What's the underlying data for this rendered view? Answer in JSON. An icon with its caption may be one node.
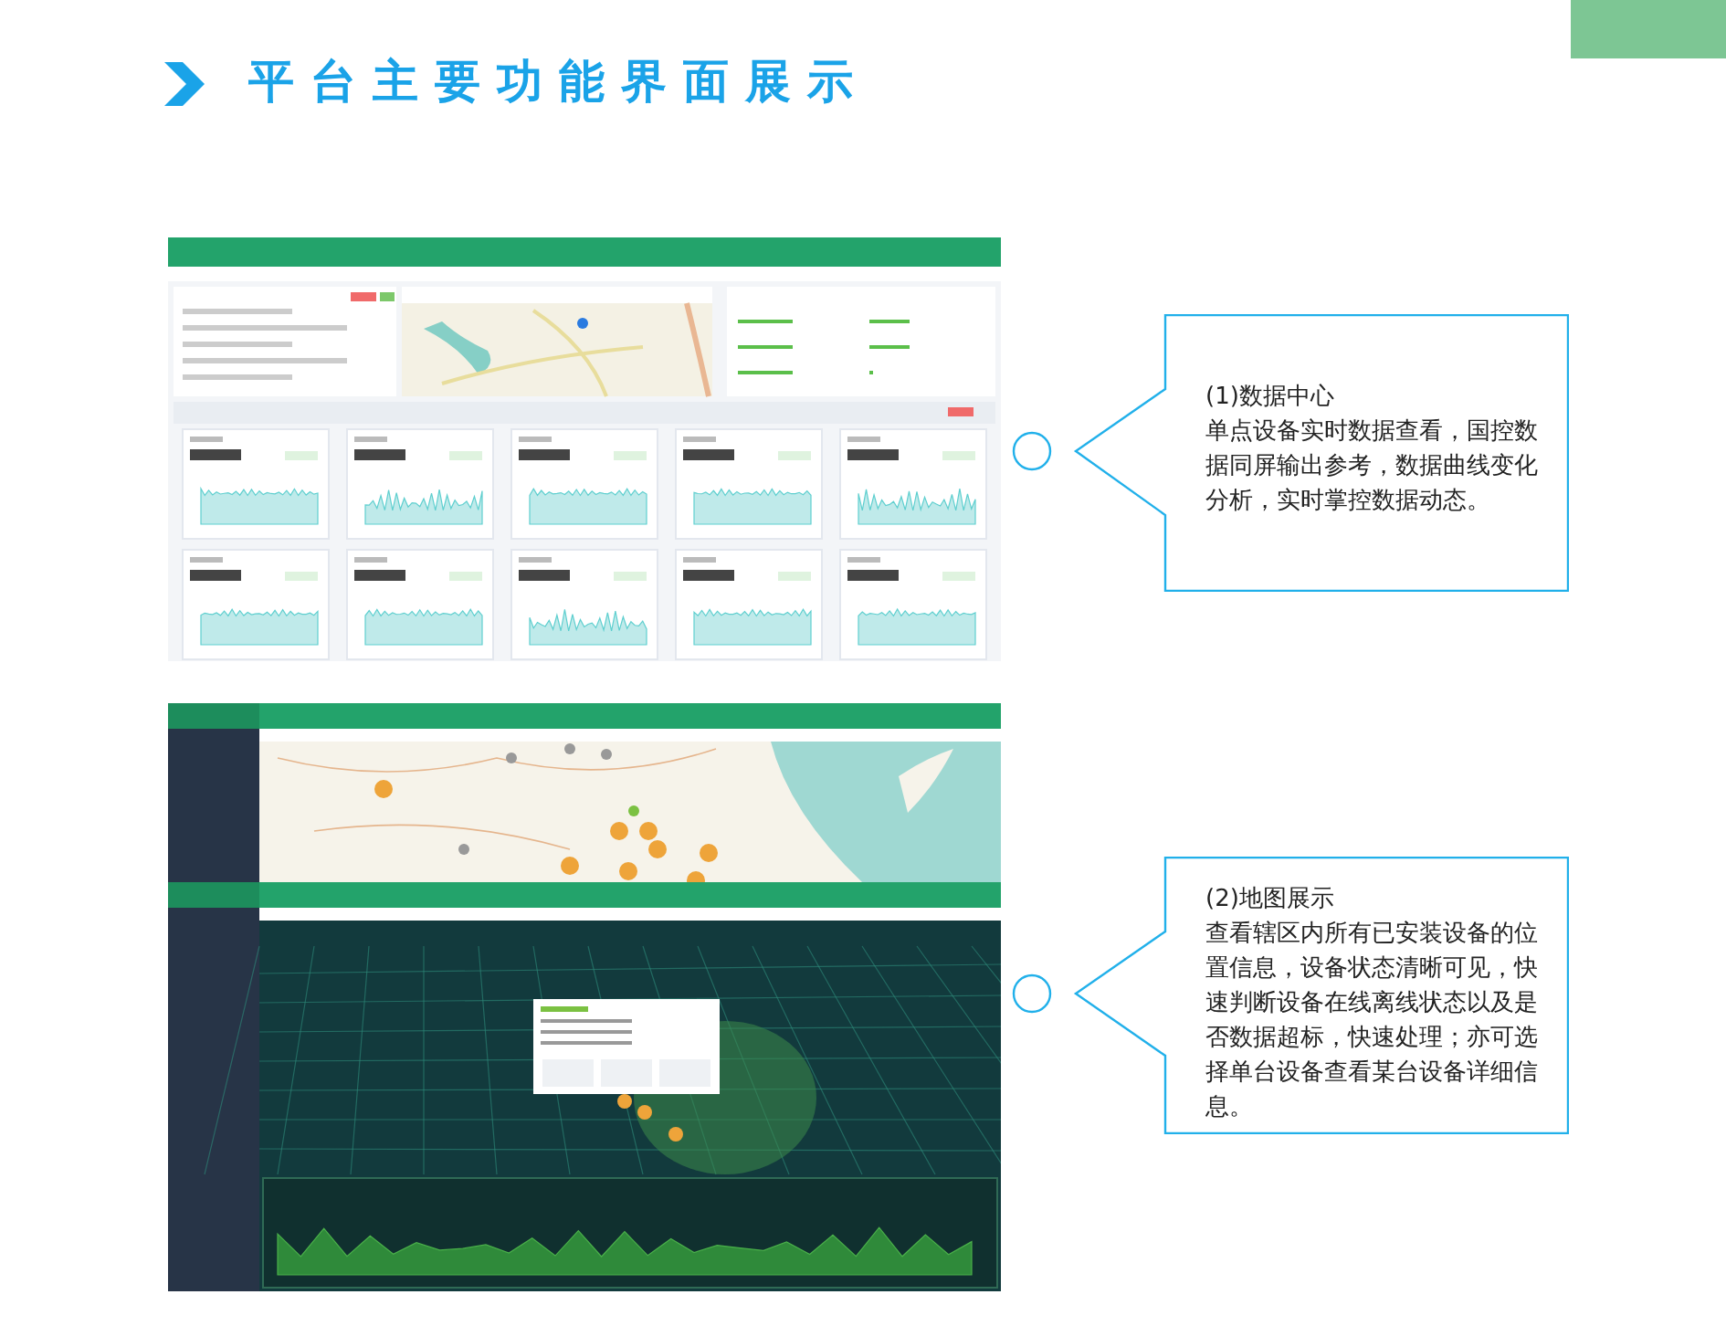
{
  "diagram": {
    "title": "平台主要功能界面展示",
    "nodes": [
      {
        "text": [],
        "shape": "picture"
      },
      {
        "text": [],
        "shape": "circle"
      },
      {
        "text": [
          "(1)数据中心",
          "单点设备实时数据查看，国控数据同屏输出参考，数据曲线变化分析，实时掌控数据动态。"
        ]
      },
      {
        "text": [],
        "shape": "picture"
      },
      {
        "text": [],
        "shape": "picture"
      },
      {
        "text": [],
        "shape": "circle"
      },
      {
        "text": [
          "(2)地图展示",
          "查看辖区内所有已安装设备的位置信息，设备状态清晰可见，快速判断设备在线离线状态以及是否数据超标，快速处理；亦可选择单台设备查看某台设备详细信息。"
        ]
      }
    ]
  }
}
